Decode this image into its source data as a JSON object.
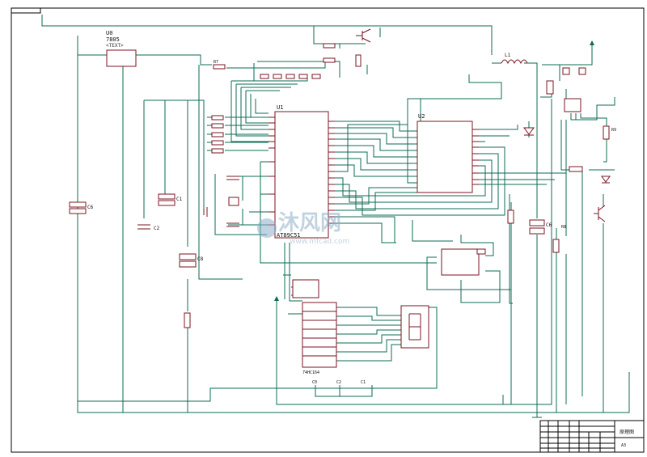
{
  "components": {
    "u1": {
      "ref": "U1",
      "part": "AT89C51"
    },
    "u0": {
      "ref": "U0",
      "part": "7805",
      "text": "<TEXT>"
    },
    "u2": {
      "ref": "U2"
    },
    "c1": "C1",
    "c2": "C2",
    "c6": "C6",
    "c8": "C8",
    "c6b": "C6",
    "r7": "R7",
    "r8": "R8",
    "r9": "R9",
    "l1": "L1",
    "seg_driver": {
      "part": "74HC164"
    },
    "test_points": [
      "C0",
      "C2",
      "C1"
    ]
  },
  "watermark": {
    "text_cn": "沐风网",
    "text_url": "www.mfcad.com"
  },
  "title_block": {
    "title": "原理图",
    "sheet": "A3"
  }
}
